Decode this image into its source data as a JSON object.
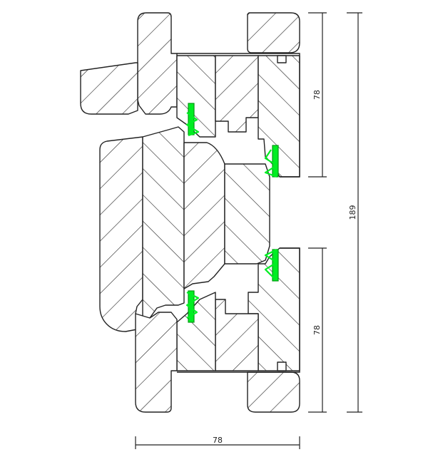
{
  "dimensions": {
    "upper_height": "78",
    "lower_height": "78",
    "overall_height": "189",
    "width": "78"
  },
  "colors": {
    "outline": "#222222",
    "gasket": "#00ee22",
    "background": "#ffffff"
  }
}
